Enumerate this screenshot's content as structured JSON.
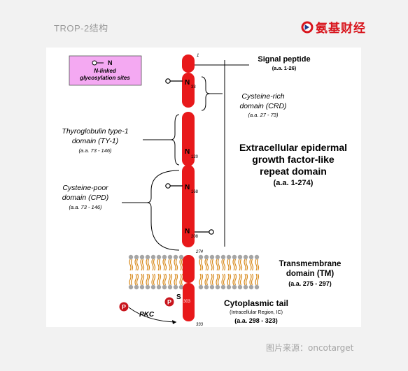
{
  "header": {
    "title": "TROP-2结构",
    "brand": "氨基财经",
    "brand_color": "#d8141c",
    "brand_logo_icon": "brand-logo-icon"
  },
  "legend": {
    "symbol": "N",
    "line1": "N-linked",
    "line2": "glycosylation sites",
    "bg_color": "#f4a9f2"
  },
  "protein": {
    "color": "#e8191b",
    "residue_start": "1",
    "residue_tm_start": "274",
    "residue_end": "333",
    "glyco_sites": [
      {
        "label": "N",
        "num": "33"
      },
      {
        "label": "N",
        "num": "120"
      },
      {
        "label": "N",
        "num": "168"
      },
      {
        "label": "N",
        "num": "208"
      }
    ],
    "phospho_site": {
      "label": "S",
      "num": "303"
    },
    "phospho_marker": "P",
    "kinase": "PKC"
  },
  "domains": {
    "signal": {
      "name": "Signal peptide",
      "range": "(a.a. 1-26)"
    },
    "crd": {
      "line1": "Cysteine-rich",
      "line2": "domain (CRD)",
      "range": "(a.a. 27 - 73)"
    },
    "ty1": {
      "line1": "Thyroglobulin type-1",
      "line2": "domain (TY-1)",
      "range": "(a.a. 73 - 146)"
    },
    "cpd": {
      "line1": "Cysteine-poor",
      "line2": "domain (CPD)",
      "range": "(a.a. 73 - 146)"
    },
    "egf": {
      "line1": "Extracellular epidermal",
      "line2": "growth factor-like",
      "line3": "repeat domain",
      "range": "(a.a. 1-274)"
    },
    "tm": {
      "line1": "Transmembrane",
      "line2": "domain (TM)",
      "range": "(a.a. 275 - 297)"
    },
    "ic": {
      "line1": "Cytoplasmic tail",
      "line2": "(Intracellular Region, IC)",
      "range": "(a.a. 298 - 323)"
    }
  },
  "source": "图片来源：oncotarget"
}
